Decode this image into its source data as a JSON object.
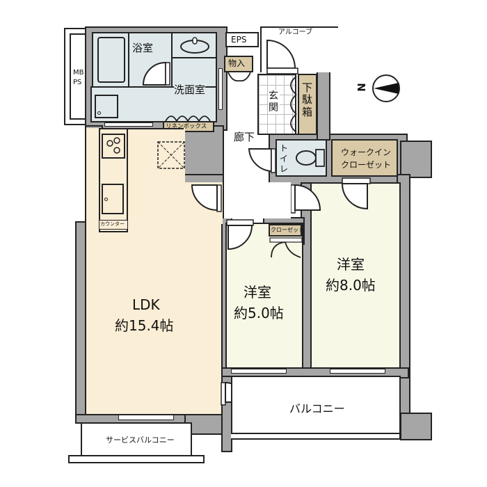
{
  "floorplan": {
    "rooms": {
      "bath": {
        "label": "浴室"
      },
      "washroom": {
        "label": "洗面室"
      },
      "linen_box": {
        "label": "リネンボックス"
      },
      "eps": {
        "label": "EPS"
      },
      "alcove": {
        "label": "アルコーブ"
      },
      "storage": {
        "label": "物入"
      },
      "entrance": {
        "label": "玄関"
      },
      "shoe_box": {
        "label": "下駄箱"
      },
      "corridor": {
        "label": "廊下"
      },
      "toilet": {
        "label": "トイレ"
      },
      "walk_in_closet": {
        "line1": "ウォークイン",
        "line2": "クローゼット"
      },
      "closet": {
        "label": "クローゼット"
      },
      "counter": {
        "label": "カウンター"
      },
      "mb_ps": {
        "line1": "MB",
        "line2": "PS"
      },
      "ldk": {
        "name": "LDK",
        "size": "約15.4帖"
      },
      "western_room_1": {
        "name": "洋室",
        "size": "約5.0帖"
      },
      "western_room_2": {
        "name": "洋室",
        "size": "約8.0帖"
      },
      "balcony": {
        "label": "バルコニー"
      },
      "service_balcony": {
        "label": "サービスバルコニー"
      }
    },
    "compass": {
      "label": "N",
      "direction": "left"
    },
    "colors": {
      "wall": "#a6a6a6",
      "wet_area": "#dfe8ea",
      "ldk_floor": "#fbeed6",
      "western_floor": "#f8f8e6",
      "storage": "#d9c9a6",
      "line": "#222222"
    }
  }
}
